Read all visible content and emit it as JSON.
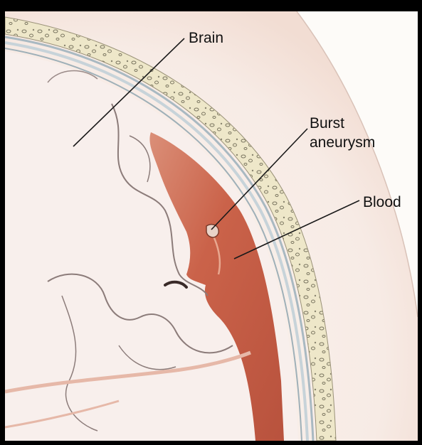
{
  "labels": {
    "brain": "Brain",
    "burst_line1": "Burst",
    "burst_line2": "aneurysm",
    "blood": "Blood"
  },
  "colors": {
    "frame": "#000000",
    "background": "#fdfbf8",
    "brain_tissue": "#f8efec",
    "blood": "#c5573e",
    "skull_bone": "#ede6c8",
    "membrane": "#b9c6cc",
    "leader_line": "#1a1a1a"
  }
}
